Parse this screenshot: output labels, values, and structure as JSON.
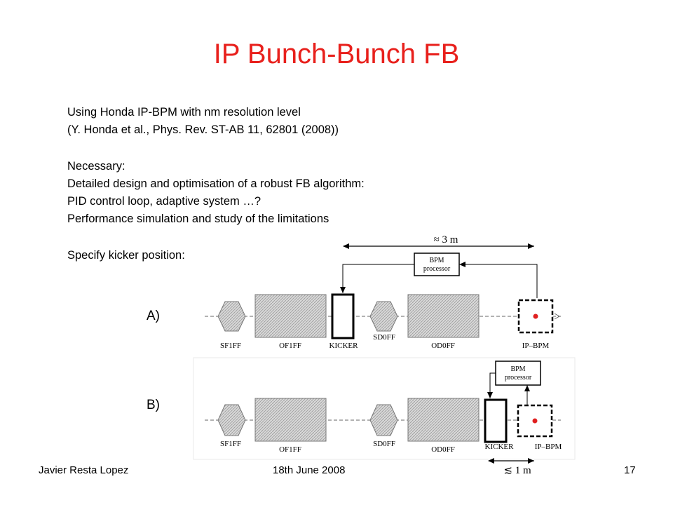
{
  "slide": {
    "title": "IP Bunch-Bunch FB",
    "text_lines": [
      "Using Honda IP-BPM with nm resolution level",
      "(Y. Honda et al., Phys. Rev. ST-AB 11, 62801 (2008))",
      "Necessary:",
      "Detailed design and optimisation of a robust FB algorithm:",
      "PID control loop,  adaptive system …?",
      "Performance simulation and study of the limitations",
      "Specify kicker position:"
    ],
    "option_a": "A)",
    "option_b": "B)"
  },
  "diagram_a": {
    "distance": "≈ 3 m",
    "bpm_processor": [
      "BPM",
      "processor"
    ],
    "labels": {
      "sf1ff": "SF1FF",
      "of1ff": "OF1FF",
      "kicker": "KICKER",
      "sd0ff": "SD0FF",
      "od0ff": "OD0FF",
      "ipbpm": "IP–BPM"
    }
  },
  "diagram_b": {
    "distance": "≲ 1 m",
    "bpm_processor": [
      "BPM",
      "processor"
    ],
    "labels": {
      "sf1ff": "SF1FF",
      "of1ff": "OF1FF",
      "sd0ff": "SD0FF",
      "od0ff": "OD0FF",
      "kicker": "KICKER",
      "ipbpm": "IP–BPM"
    }
  },
  "footer": {
    "author": "Javier Resta Lopez",
    "date": "18th June 2008",
    "page": "17"
  },
  "colors": {
    "title": "#e8201c",
    "ip_dot": "#e02020"
  }
}
